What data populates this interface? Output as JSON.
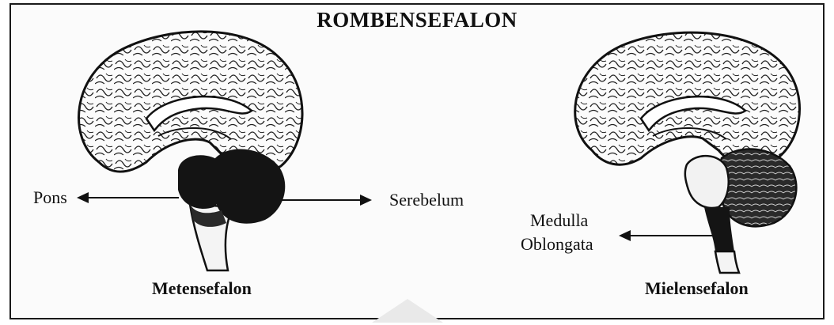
{
  "title": "ROMBENSEFALON",
  "left_panel": {
    "caption": "Metensefalon",
    "label_left": "Pons",
    "label_right": "Serebelum"
  },
  "right_panel": {
    "caption": "Mielensefalon",
    "label_line1": "Medulla",
    "label_line2": "Oblongata"
  }
}
